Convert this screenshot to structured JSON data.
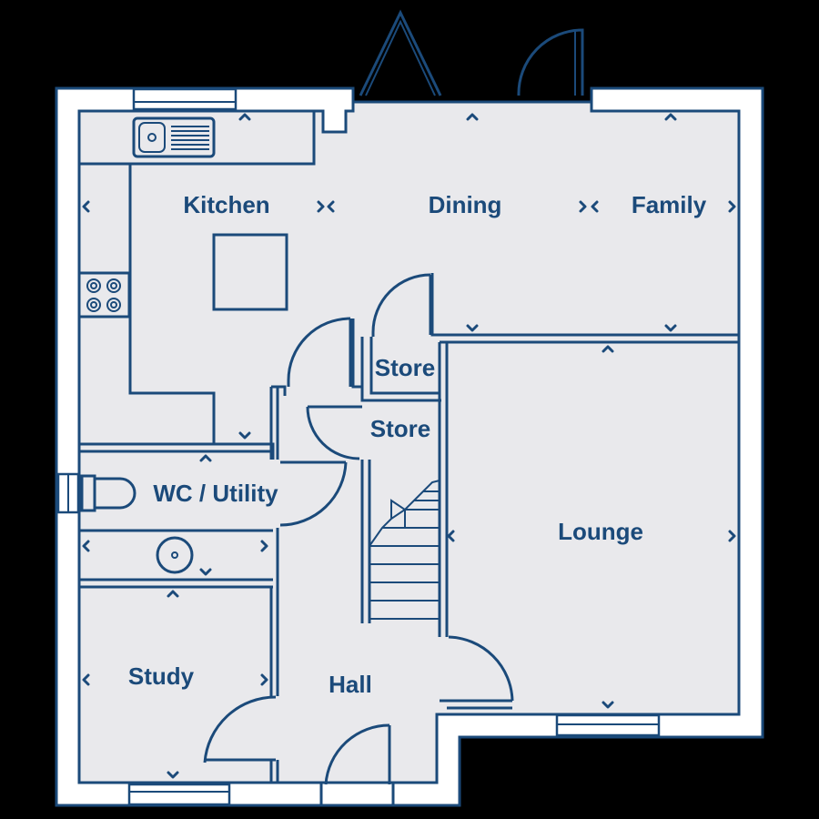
{
  "rooms": {
    "kitchen": "Kitchen",
    "dining": "Dining",
    "family": "Family",
    "store_upper": "Store",
    "store_lower": "Store",
    "wc_utility": "WC / Utility",
    "lounge": "Lounge",
    "study": "Study",
    "hall": "Hall"
  },
  "colors": {
    "line": "#1b4a7a",
    "floor": "#e9e9ec",
    "wall": "#ffffff",
    "background": "#000000"
  }
}
